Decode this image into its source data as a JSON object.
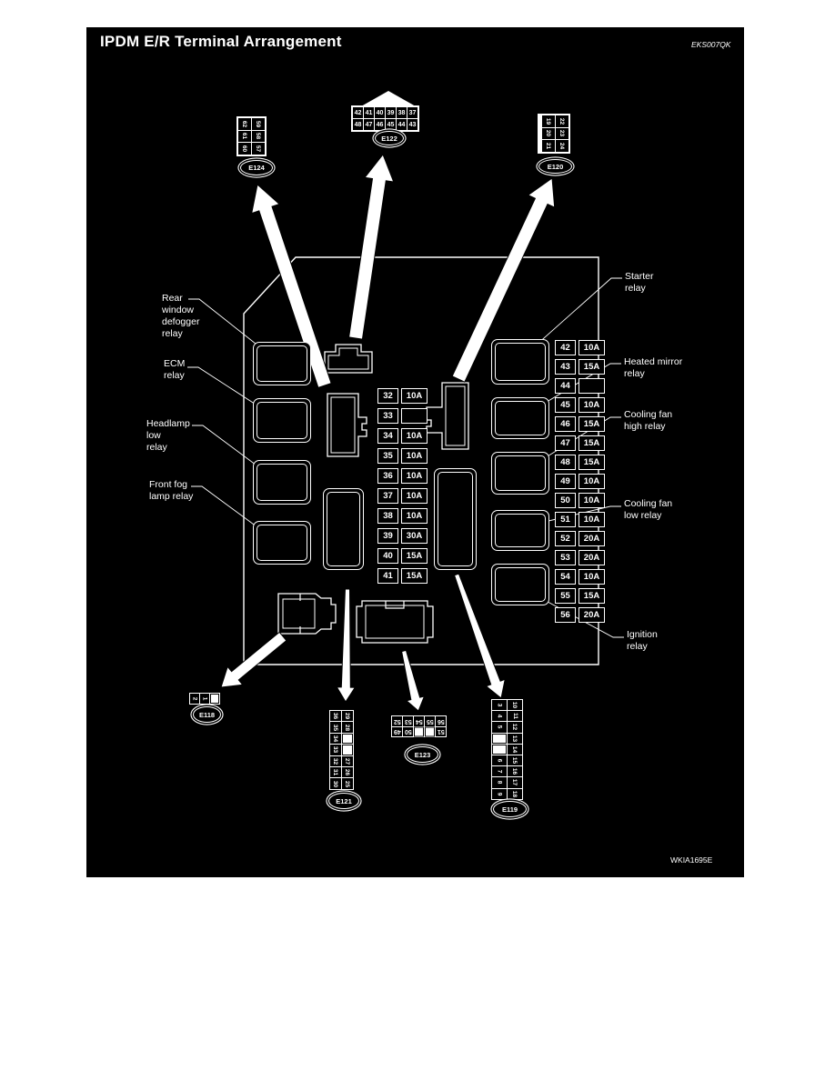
{
  "title": "IPDM E/R Terminal Arrangement",
  "codes": {
    "top_right": "EKS007QK",
    "bottom_right": "WKIA1695E"
  },
  "relay_labels": {
    "rear_defogger": "Rear\nwindow\ndefogger\nrelay",
    "ecm": "ECM\nrelay",
    "headlamp_low": "Headlamp\nlow\nrelay",
    "front_fog": "Front fog\nlamp relay",
    "starter": "Starter\nrelay",
    "heated_mirror": "Heated mirror\nrelay",
    "cooling_fan_high": "Cooling fan\nhigh relay",
    "cooling_fan_low": "Cooling fan\nlow relay",
    "ignition": "Ignition\nrelay"
  },
  "fuses_center": [
    {
      "num": "32",
      "amp": "10A"
    },
    {
      "num": "33",
      "amp": ""
    },
    {
      "num": "34",
      "amp": "10A"
    },
    {
      "num": "35",
      "amp": "10A"
    },
    {
      "num": "36",
      "amp": "10A"
    },
    {
      "num": "37",
      "amp": "10A"
    },
    {
      "num": "38",
      "amp": "10A"
    },
    {
      "num": "39",
      "amp": "30A"
    },
    {
      "num": "40",
      "amp": "15A"
    },
    {
      "num": "41",
      "amp": "15A"
    }
  ],
  "fuses_right": [
    {
      "num": "42",
      "amp": "10A"
    },
    {
      "num": "43",
      "amp": "15A"
    },
    {
      "num": "44",
      "amp": ""
    },
    {
      "num": "45",
      "amp": "10A"
    },
    {
      "num": "46",
      "amp": "15A"
    },
    {
      "num": "47",
      "amp": "15A"
    },
    {
      "num": "48",
      "amp": "15A"
    },
    {
      "num": "49",
      "amp": "10A"
    },
    {
      "num": "50",
      "amp": "10A"
    },
    {
      "num": "51",
      "amp": "10A"
    },
    {
      "num": "52",
      "amp": "20A"
    },
    {
      "num": "53",
      "amp": "20A"
    },
    {
      "num": "54",
      "amp": "10A"
    },
    {
      "num": "55",
      "amp": "15A"
    },
    {
      "num": "56",
      "amp": "20A"
    }
  ],
  "connectors": {
    "e124": {
      "label": "E124",
      "cells": [
        "62",
        "59",
        "61",
        "58",
        "60",
        "57"
      ]
    },
    "e122": {
      "label": "E122",
      "cells": [
        "42",
        "41",
        "40",
        "39",
        "38",
        "37",
        "48",
        "47",
        "46",
        "45",
        "44",
        "43"
      ]
    },
    "e120": {
      "label": "E120",
      "cells": [
        "19",
        "22",
        "20",
        "23",
        "21",
        "24"
      ]
    },
    "e118": {
      "label": "E118",
      "cells": [
        "2",
        "1",
        ""
      ]
    },
    "e121": {
      "label": "E121",
      "cells": [
        "36",
        "29",
        "35",
        "28",
        "34",
        "",
        "33",
        "",
        "32",
        "27",
        "31",
        "26",
        "30",
        "25"
      ]
    },
    "e123": {
      "label": "E123",
      "cells": [
        "52",
        "53",
        "54",
        "55",
        "56",
        "49",
        "50",
        "",
        "",
        "51"
      ]
    },
    "e119": {
      "label": "E119",
      "cells": [
        "3",
        "10",
        "4",
        "11",
        "5",
        "12",
        "",
        "13",
        "",
        "14",
        "6",
        "15",
        "7",
        "16",
        "8",
        "17",
        "9",
        "18"
      ]
    }
  }
}
